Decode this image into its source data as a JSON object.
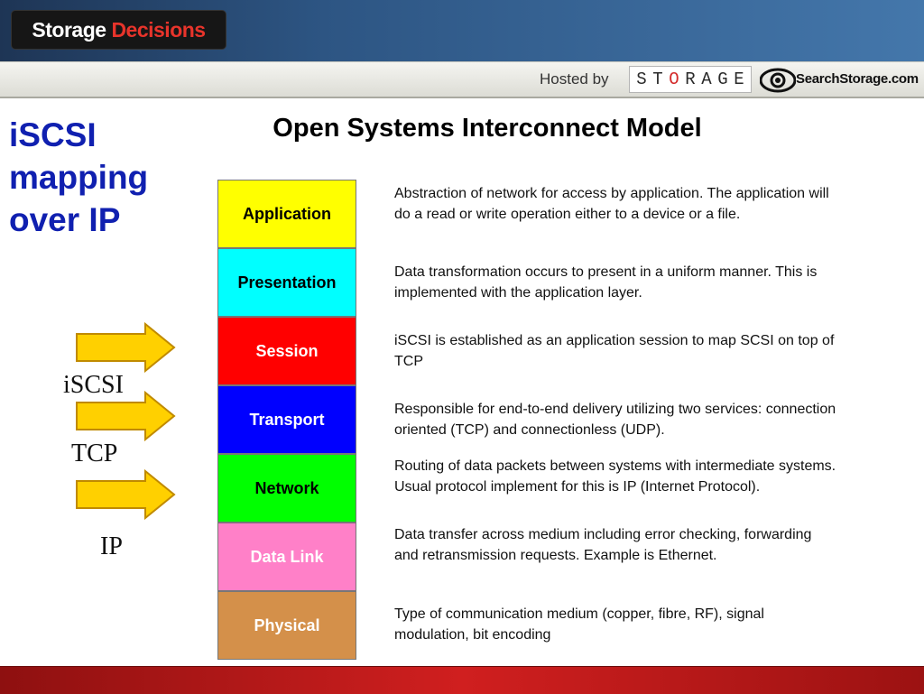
{
  "header": {
    "brand_word1": "Storage",
    "brand_word2": "Decisions",
    "hosted_by": "Hosted by",
    "storage_letters": [
      "S",
      "T",
      "O",
      "R",
      "A",
      "G",
      "E"
    ],
    "searchstorage": "SearchStorage.com",
    "colors": {
      "header_blue": "#2d5583",
      "brand_red": "#e8342b",
      "footer_red": "#d01f1f"
    }
  },
  "side_title": "iSCSI mapping over IP",
  "slide_title": "Open Systems Interconnect Model",
  "layers": [
    {
      "name": "Application",
      "color": "#ffff00",
      "text_color": "#000000",
      "description": "Abstraction of network for access by application.  The application will do a read or write operation either to a device or a file."
    },
    {
      "name": "Presentation",
      "color": "#00ffff",
      "text_color": "#000000",
      "description": "Data transformation occurs to present in a uniform manner.  This is implemented with the application layer."
    },
    {
      "name": "Session",
      "color": "#ff0000",
      "text_color": "#ffffff",
      "description": "iSCSI is established as an application session to map SCSI on top of TCP"
    },
    {
      "name": "Transport",
      "color": "#0000ff",
      "text_color": "#ffffff",
      "description": "Responsible for end-to-end delivery utilizing two services: connection oriented (TCP) and connectionless (UDP)."
    },
    {
      "name": "Network",
      "color": "#00ff00",
      "text_color": "#000000",
      "description": "Routing of data packets between systems with intermediate systems.  Usual protocol implement for this is IP (Internet Protocol)."
    },
    {
      "name": "Data Link",
      "color": "#ff80c8",
      "text_color": "#ffffff",
      "description": "Data transfer across medium including error checking, forwarding and retransmission requests.  Example is Ethernet."
    },
    {
      "name": "Physical",
      "color": "#d4904a",
      "text_color": "#ffffff",
      "description": "Type of communication medium (copper, fibre, RF), signal modulation, bit encoding"
    }
  ],
  "protocols": [
    "iSCSI",
    "TCP",
    "IP"
  ],
  "arrow_colors": {
    "fill": "#ffd000",
    "stroke": "#c08a00"
  }
}
